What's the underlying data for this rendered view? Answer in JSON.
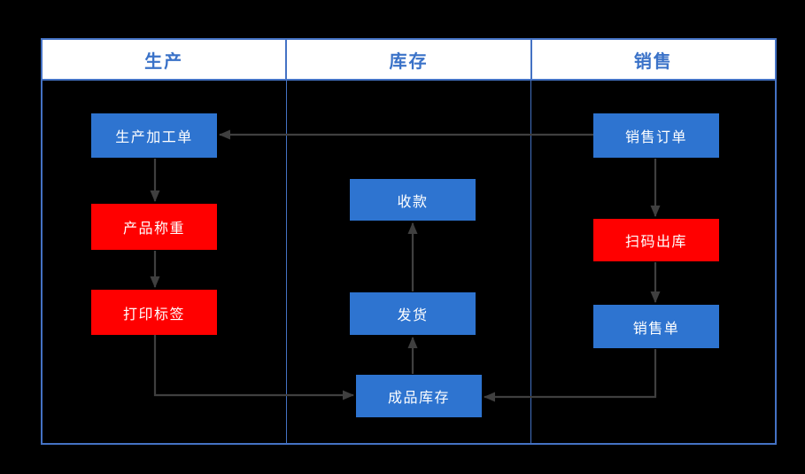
{
  "diagram": {
    "type": "swimlane-flowchart",
    "lanes": [
      {
        "label": "生产"
      },
      {
        "label": "库存"
      },
      {
        "label": "销售"
      }
    ],
    "nodes": [
      {
        "id": "production-order",
        "label": "生产加工单",
        "lane": "生产",
        "color": "#2E74D0"
      },
      {
        "id": "product-weighing",
        "label": "产品称重",
        "lane": "生产",
        "color": "#FF0000"
      },
      {
        "id": "print-label",
        "label": "打印标签",
        "lane": "生产",
        "color": "#FF0000"
      },
      {
        "id": "receive-payment",
        "label": "收款",
        "lane": "库存",
        "color": "#2E74D0"
      },
      {
        "id": "shipment",
        "label": "发货",
        "lane": "库存",
        "color": "#2E74D0"
      },
      {
        "id": "finished-goods-inventory",
        "label": "成品库存",
        "lane": "库存",
        "color": "#2E74D0"
      },
      {
        "id": "sales-order",
        "label": "销售订单",
        "lane": "销售",
        "color": "#2E74D0"
      },
      {
        "id": "scan-outbound",
        "label": "扫码出库",
        "lane": "销售",
        "color": "#FF0000"
      },
      {
        "id": "sales-slip",
        "label": "销售单",
        "lane": "销售",
        "color": "#2E74D0"
      }
    ],
    "edges": [
      {
        "from": "生产加工单",
        "to": "产品称重"
      },
      {
        "from": "产品称重",
        "to": "打印标签"
      },
      {
        "from": "打印标签",
        "to": "成品库存"
      },
      {
        "from": "销售订单",
        "to": "生产加工单"
      },
      {
        "from": "销售订单",
        "to": "扫码出库"
      },
      {
        "from": "扫码出库",
        "to": "销售单"
      },
      {
        "from": "销售单",
        "to": "成品库存"
      },
      {
        "from": "成品库存",
        "to": "发货"
      },
      {
        "from": "发货",
        "to": "收款"
      }
    ],
    "colors": {
      "page_background": "#000000",
      "node_blue": "#2E74D0",
      "node_red": "#FF0000",
      "node_text": "#FFFFFF",
      "arrow": "#3F3F3F",
      "table_border": "#4472C4",
      "header_background": "#FFFFFF",
      "header_text": "#3A72C8"
    }
  }
}
